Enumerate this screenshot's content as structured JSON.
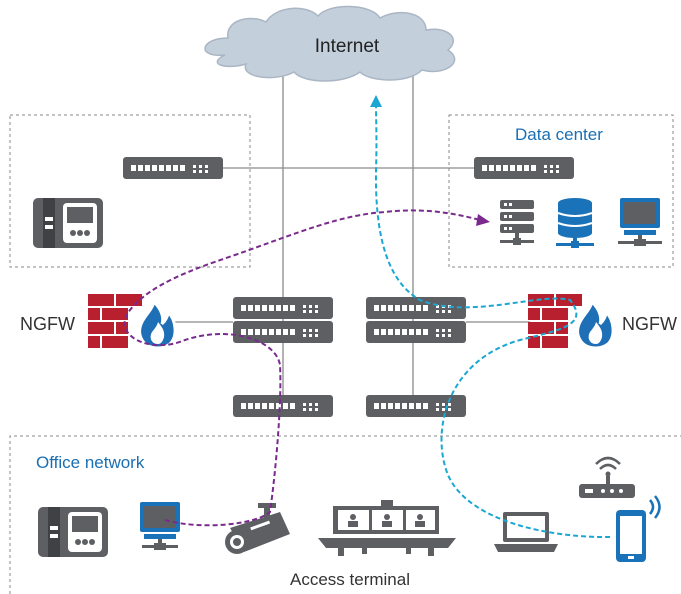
{
  "labels": {
    "internet": "Internet",
    "data_center": "Data center",
    "office_network": "Office network",
    "ngfw_left": "NGFW",
    "ngfw_right": "NGFW",
    "access_terminal": "Access terminal"
  },
  "colors": {
    "switch": "#5d5f63",
    "firewall_brick": "#b8202f",
    "flame": "#1e6fb5",
    "server": "#5d5f63",
    "database": "#1a72b8",
    "monitor_blue": "#1a72b8",
    "path_purple": "#7a2a8c",
    "path_cyan": "#1ba7d3",
    "zone_border": "#8a8a8a",
    "label_blue": "#1a6fb3",
    "cloud": "#c4cfdc"
  },
  "icons": {
    "cloud": "cloud-icon",
    "switch": "network-switch-icon",
    "firewall": "firewall-icon",
    "ip_phone": "ip-phone-icon",
    "server": "server-icon",
    "database": "database-icon",
    "pc": "desktop-pc-icon",
    "camera": "security-camera-icon",
    "conference": "video-conference-terminal-icon",
    "laptop": "laptop-icon",
    "router": "wireless-router-icon",
    "phone": "smartphone-icon"
  }
}
